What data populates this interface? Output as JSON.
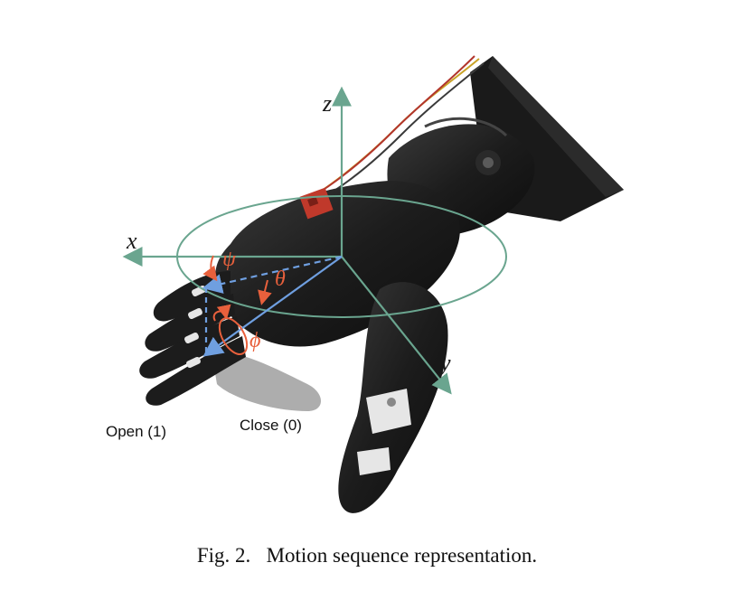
{
  "figure": {
    "axes": {
      "x_label": "x",
      "y_label": "y",
      "z_label": "z"
    },
    "angles": {
      "psi": "ψ",
      "theta": "θ",
      "phi": "ϕ"
    },
    "states": {
      "open": "Open (1)",
      "close": "Close (0)"
    },
    "caption": {
      "number": "Fig. 2.",
      "text": "Motion sequence representation."
    },
    "colors": {
      "axis": "#6aa58f",
      "vector": "#6f9fe0",
      "angle": "#e8603c",
      "hand": "#1c1c1c"
    }
  }
}
